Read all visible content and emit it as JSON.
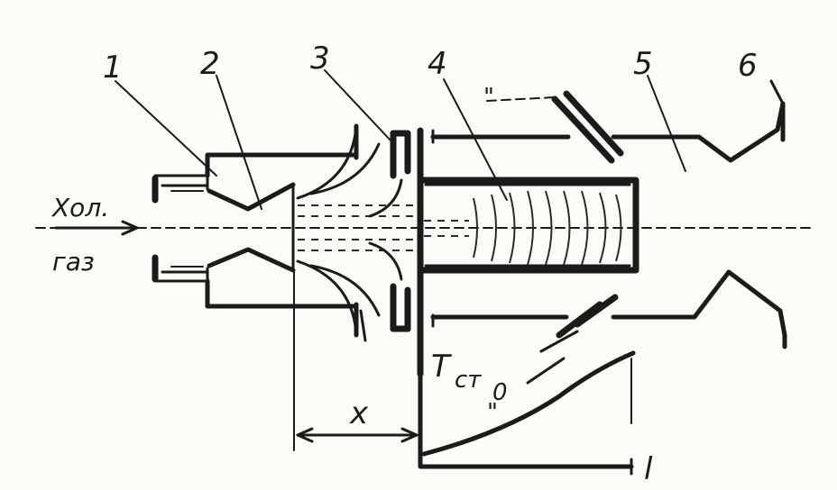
{
  "labels": {
    "n1": "1",
    "n2": "2",
    "n3": "3",
    "n4": "4",
    "n5": "5",
    "n6": "6",
    "gas_line1": "Хол.",
    "gas_line2": "газ",
    "x_label": "x",
    "l_label": "l",
    "t_main": "T",
    "t_sub": "ст",
    "t_zero": "0",
    "probe_mark": "\""
  },
  "colors": {
    "ink": "#1b1b1b",
    "paper": "#fbfbf7"
  }
}
